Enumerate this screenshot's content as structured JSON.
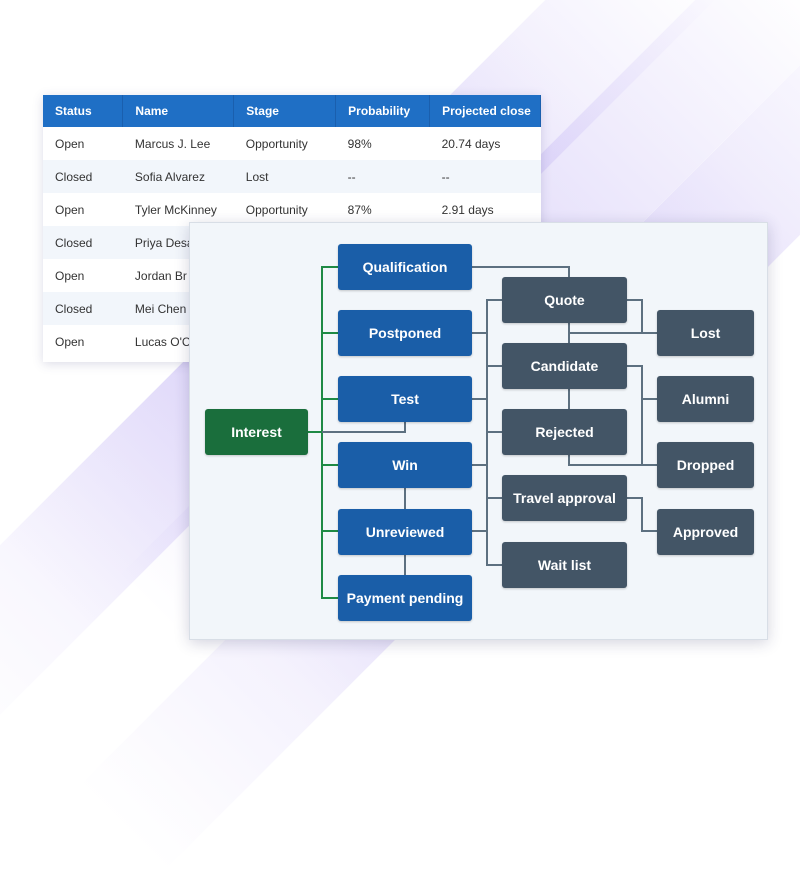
{
  "table": {
    "columns": [
      "Status",
      "Name",
      "Stage",
      "Probability",
      "Projected close"
    ],
    "rows": [
      [
        "Open",
        "Marcus J. Lee",
        "Opportunity",
        "98%",
        "20.74 days"
      ],
      [
        "Closed",
        "Sofia Alvarez",
        "Lost",
        "--",
        "--"
      ],
      [
        "Open",
        "Tyler McKinney",
        "Opportunity",
        "87%",
        "2.91 days"
      ],
      [
        "Closed",
        "Priya Desa",
        "",
        "",
        ""
      ],
      [
        "Open",
        "Jordan Br",
        "",
        "",
        ""
      ],
      [
        "Closed",
        "Mei Chen",
        "",
        "",
        ""
      ],
      [
        "Open",
        "Lucas O'C",
        "",
        "",
        ""
      ]
    ]
  },
  "diagram": {
    "colors": {
      "root": "#1a6e3c",
      "primary": "#1a5ea8",
      "secondary": "#435566",
      "green_line": "#1f8a45",
      "grey_line": "#5d7080"
    },
    "nodes": [
      {
        "id": "interest",
        "label": "Interest",
        "kind": "root"
      },
      {
        "id": "qualification",
        "label": "Qualification",
        "kind": "primary"
      },
      {
        "id": "postponed",
        "label": "Postponed",
        "kind": "primary"
      },
      {
        "id": "test",
        "label": "Test",
        "kind": "primary"
      },
      {
        "id": "win",
        "label": "Win",
        "kind": "primary"
      },
      {
        "id": "unreviewed",
        "label": "Unreviewed",
        "kind": "primary"
      },
      {
        "id": "payment-pending",
        "label": "Payment pending",
        "kind": "primary"
      },
      {
        "id": "quote",
        "label": "Quote",
        "kind": "secondary"
      },
      {
        "id": "candidate",
        "label": "Candidate",
        "kind": "secondary"
      },
      {
        "id": "rejected",
        "label": "Rejected",
        "kind": "secondary"
      },
      {
        "id": "travel-approval",
        "label": "Travel approval",
        "kind": "secondary"
      },
      {
        "id": "wait-list",
        "label": "Wait list",
        "kind": "secondary"
      },
      {
        "id": "lost",
        "label": "Lost",
        "kind": "secondary"
      },
      {
        "id": "alumni",
        "label": "Alumni",
        "kind": "secondary"
      },
      {
        "id": "dropped",
        "label": "Dropped",
        "kind": "secondary"
      },
      {
        "id": "approved",
        "label": "Approved",
        "kind": "secondary"
      }
    ]
  }
}
